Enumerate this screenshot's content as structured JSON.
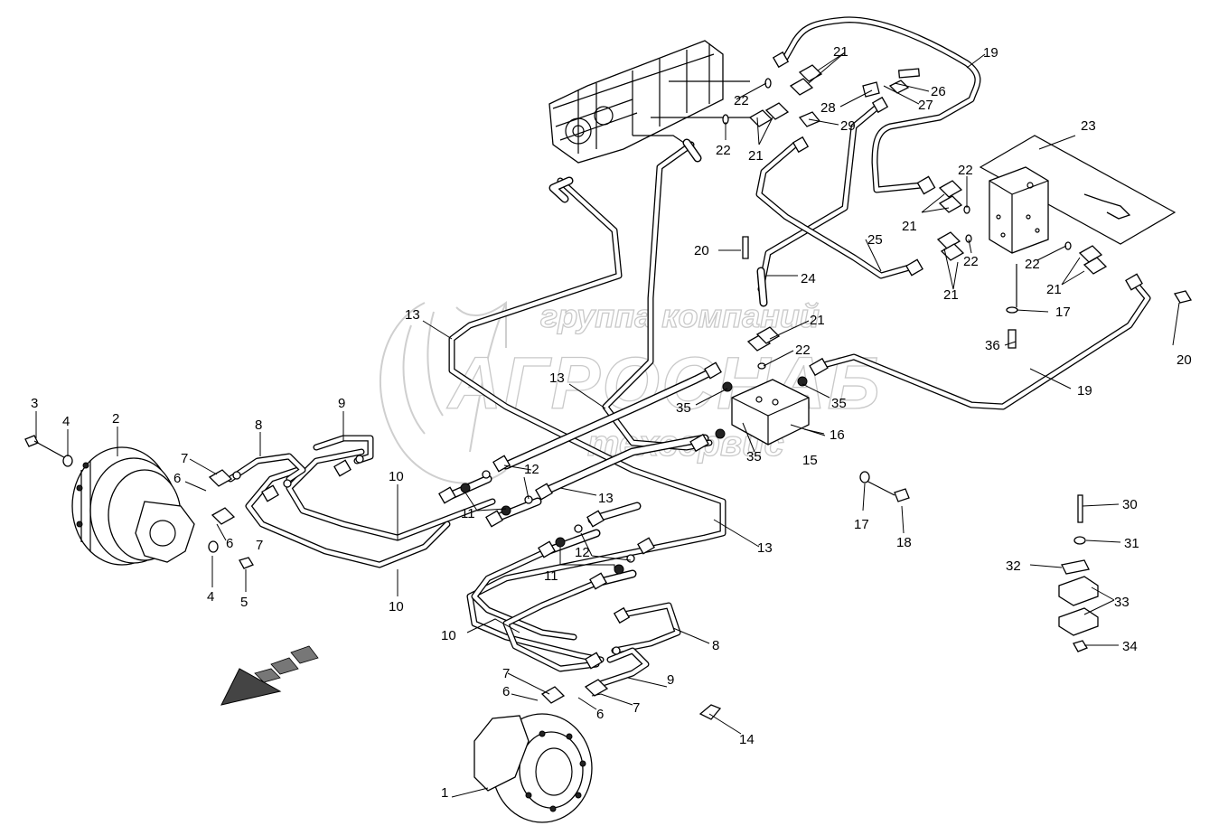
{
  "watermark": {
    "line1": "группа компаний",
    "line2": "АГРОСНАБ",
    "line3": "техсервис"
  },
  "callouts": [
    {
      "key": "c1",
      "text": "1"
    },
    {
      "key": "c2",
      "text": "2"
    },
    {
      "key": "c3",
      "text": "3"
    },
    {
      "key": "c4a",
      "text": "4"
    },
    {
      "key": "c4b",
      "text": "4"
    },
    {
      "key": "c5",
      "text": "5"
    },
    {
      "key": "c6a",
      "text": "6"
    },
    {
      "key": "c6b",
      "text": "6"
    },
    {
      "key": "c6c",
      "text": "6"
    },
    {
      "key": "c6d",
      "text": "6"
    },
    {
      "key": "c7a",
      "text": "7"
    },
    {
      "key": "c7b",
      "text": "7"
    },
    {
      "key": "c7c",
      "text": "7"
    },
    {
      "key": "c7d",
      "text": "7"
    },
    {
      "key": "c8a",
      "text": "8"
    },
    {
      "key": "c8b",
      "text": "8"
    },
    {
      "key": "c9a",
      "text": "9"
    },
    {
      "key": "c9b",
      "text": "9"
    },
    {
      "key": "c10a",
      "text": "10"
    },
    {
      "key": "c10b",
      "text": "10"
    },
    {
      "key": "c10c",
      "text": "10"
    },
    {
      "key": "c11a",
      "text": "11"
    },
    {
      "key": "c11b",
      "text": "11"
    },
    {
      "key": "c12a",
      "text": "12"
    },
    {
      "key": "c12b",
      "text": "12"
    },
    {
      "key": "c13a",
      "text": "13"
    },
    {
      "key": "c13b",
      "text": "13"
    },
    {
      "key": "c13c",
      "text": "13"
    },
    {
      "key": "c13d",
      "text": "13"
    },
    {
      "key": "c14",
      "text": "14"
    },
    {
      "key": "c15",
      "text": "15"
    },
    {
      "key": "c16",
      "text": "16"
    },
    {
      "key": "c17a",
      "text": "17"
    },
    {
      "key": "c17b",
      "text": "17"
    },
    {
      "key": "c18",
      "text": "18"
    },
    {
      "key": "c19a",
      "text": "19"
    },
    {
      "key": "c19b",
      "text": "19"
    },
    {
      "key": "c20a",
      "text": "20"
    },
    {
      "key": "c20b",
      "text": "20"
    },
    {
      "key": "c21a",
      "text": "21"
    },
    {
      "key": "c21b",
      "text": "21"
    },
    {
      "key": "c21c",
      "text": "21"
    },
    {
      "key": "c21d",
      "text": "21"
    },
    {
      "key": "c21e",
      "text": "21"
    },
    {
      "key": "c21f",
      "text": "21"
    },
    {
      "key": "c22a",
      "text": "22"
    },
    {
      "key": "c22b",
      "text": "22"
    },
    {
      "key": "c22c",
      "text": "22"
    },
    {
      "key": "c22d",
      "text": "22"
    },
    {
      "key": "c22e",
      "text": "22"
    },
    {
      "key": "c22f",
      "text": "22"
    },
    {
      "key": "c23",
      "text": "23"
    },
    {
      "key": "c24",
      "text": "24"
    },
    {
      "key": "c25",
      "text": "25"
    },
    {
      "key": "c26",
      "text": "26"
    },
    {
      "key": "c27",
      "text": "27"
    },
    {
      "key": "c28",
      "text": "28"
    },
    {
      "key": "c29",
      "text": "29"
    },
    {
      "key": "c30",
      "text": "30"
    },
    {
      "key": "c31",
      "text": "31"
    },
    {
      "key": "c32",
      "text": "32"
    },
    {
      "key": "c33",
      "text": "33"
    },
    {
      "key": "c34",
      "text": "34"
    },
    {
      "key": "c35a",
      "text": "35"
    },
    {
      "key": "c35b",
      "text": "35"
    },
    {
      "key": "c35c",
      "text": "35"
    },
    {
      "key": "c36",
      "text": "36"
    }
  ]
}
